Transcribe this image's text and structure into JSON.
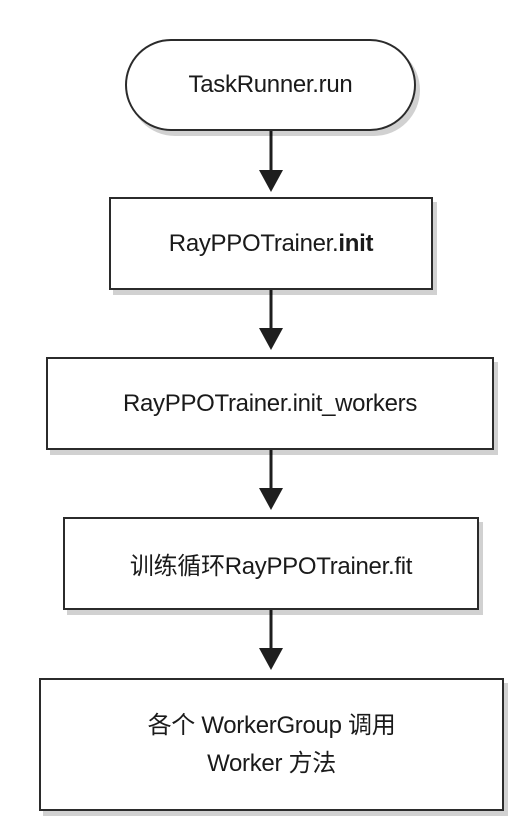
{
  "flowchart": {
    "nodes": [
      {
        "id": "n1",
        "text_main": "TaskRunner.run"
      },
      {
        "id": "n2",
        "text_main": "RayPPOTrainer.",
        "text_bold": "init"
      },
      {
        "id": "n3",
        "text_main": "RayPPOTrainer.init_workers"
      },
      {
        "id": "n4",
        "text_main": "训练循环RayPPOTrainer.fit"
      },
      {
        "id": "n5",
        "line1": "各个 WorkerGroup 调用",
        "line2": "Worker 方法"
      }
    ],
    "edges": [
      {
        "from": "n1",
        "to": "n2"
      },
      {
        "from": "n2",
        "to": "n3"
      },
      {
        "from": "n3",
        "to": "n4"
      },
      {
        "from": "n4",
        "to": "n5"
      }
    ],
    "colors": {
      "stroke": "#2b2b2b",
      "fill": "#ffffff",
      "text": "#1a1a1a"
    }
  }
}
